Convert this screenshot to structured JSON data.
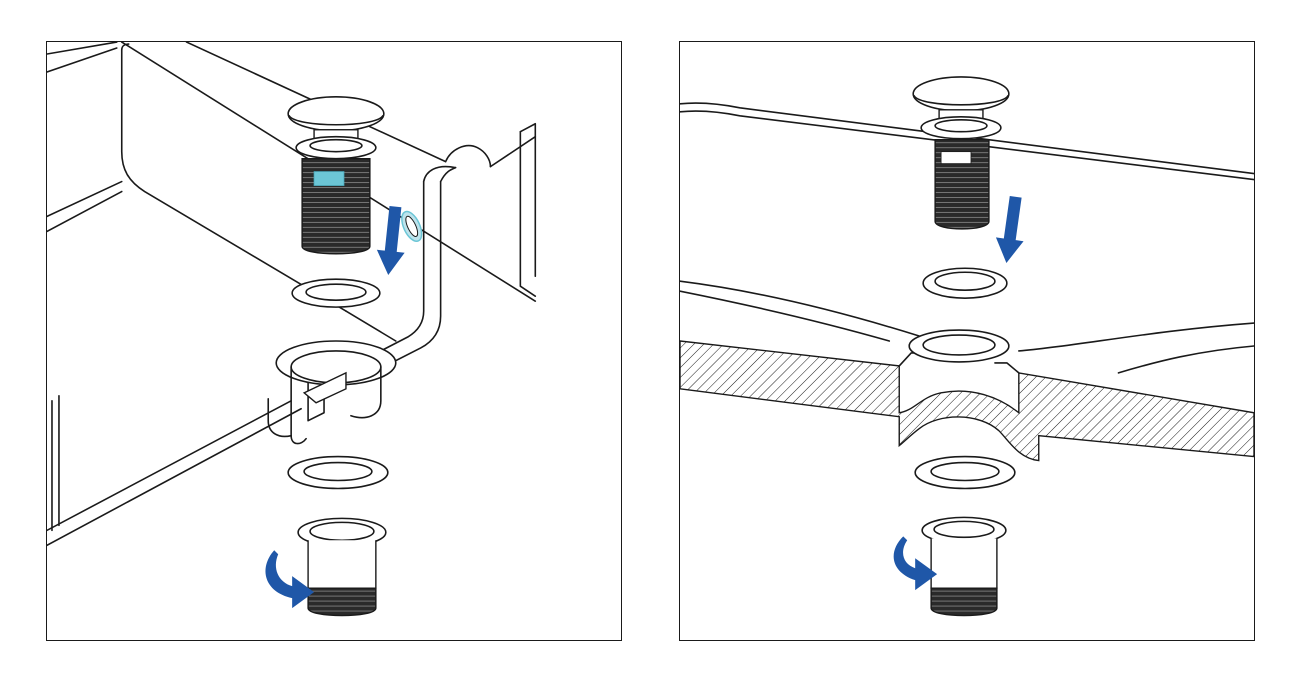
{
  "colors": {
    "line": "#1a1a1a",
    "arrow": "#1f57a8",
    "highlight": "#6cc6d6",
    "thread": "#2a2a2a",
    "hatch": "#1a1a1a",
    "background": "#ffffff"
  },
  "panels": [
    {
      "id": "left",
      "view": "basin-with-overflow-channel",
      "arrows": [
        "down-arrow",
        "rotate-arrow"
      ],
      "highlights": [
        "thread-label",
        "overflow-hole"
      ]
    },
    {
      "id": "right",
      "view": "basin-section-no-overflow",
      "arrows": [
        "down-arrow",
        "rotate-arrow"
      ],
      "highlights": [
        "thread-label"
      ]
    }
  ]
}
